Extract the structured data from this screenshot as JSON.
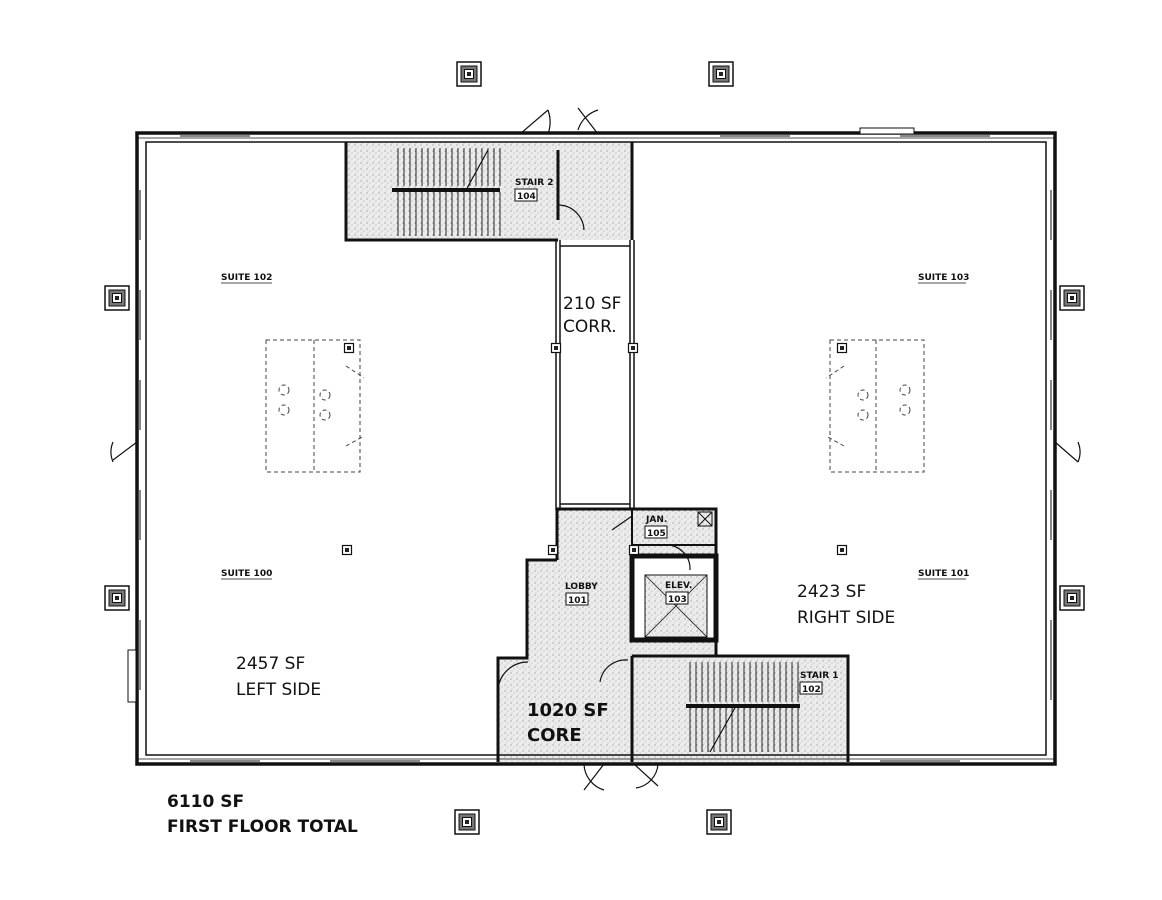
{
  "suites": {
    "s102": "SUITE 102",
    "s103": "SUITE 103",
    "s100": "SUITE 100",
    "s101": "SUITE 101"
  },
  "rooms": {
    "stair2_name": "STAIR 2",
    "stair2_num": "104",
    "jan_name": "JAN.",
    "jan_num": "105",
    "lobby_name": "LOBBY",
    "lobby_num": "101",
    "elev_name": "ELEV.",
    "elev_num": "103",
    "stair1_name": "STAIR 1",
    "stair1_num": "102"
  },
  "areas": {
    "corr_sf": "210 SF",
    "corr_label": "CORR.",
    "left_sf": "2457 SF",
    "left_label": "LEFT SIDE",
    "right_sf": "2423 SF",
    "right_label": "RIGHT SIDE",
    "core_sf": "1020 SF",
    "core_label": "CORE",
    "total_sf": "6110 SF",
    "total_label": "FIRST FLOOR TOTAL"
  }
}
